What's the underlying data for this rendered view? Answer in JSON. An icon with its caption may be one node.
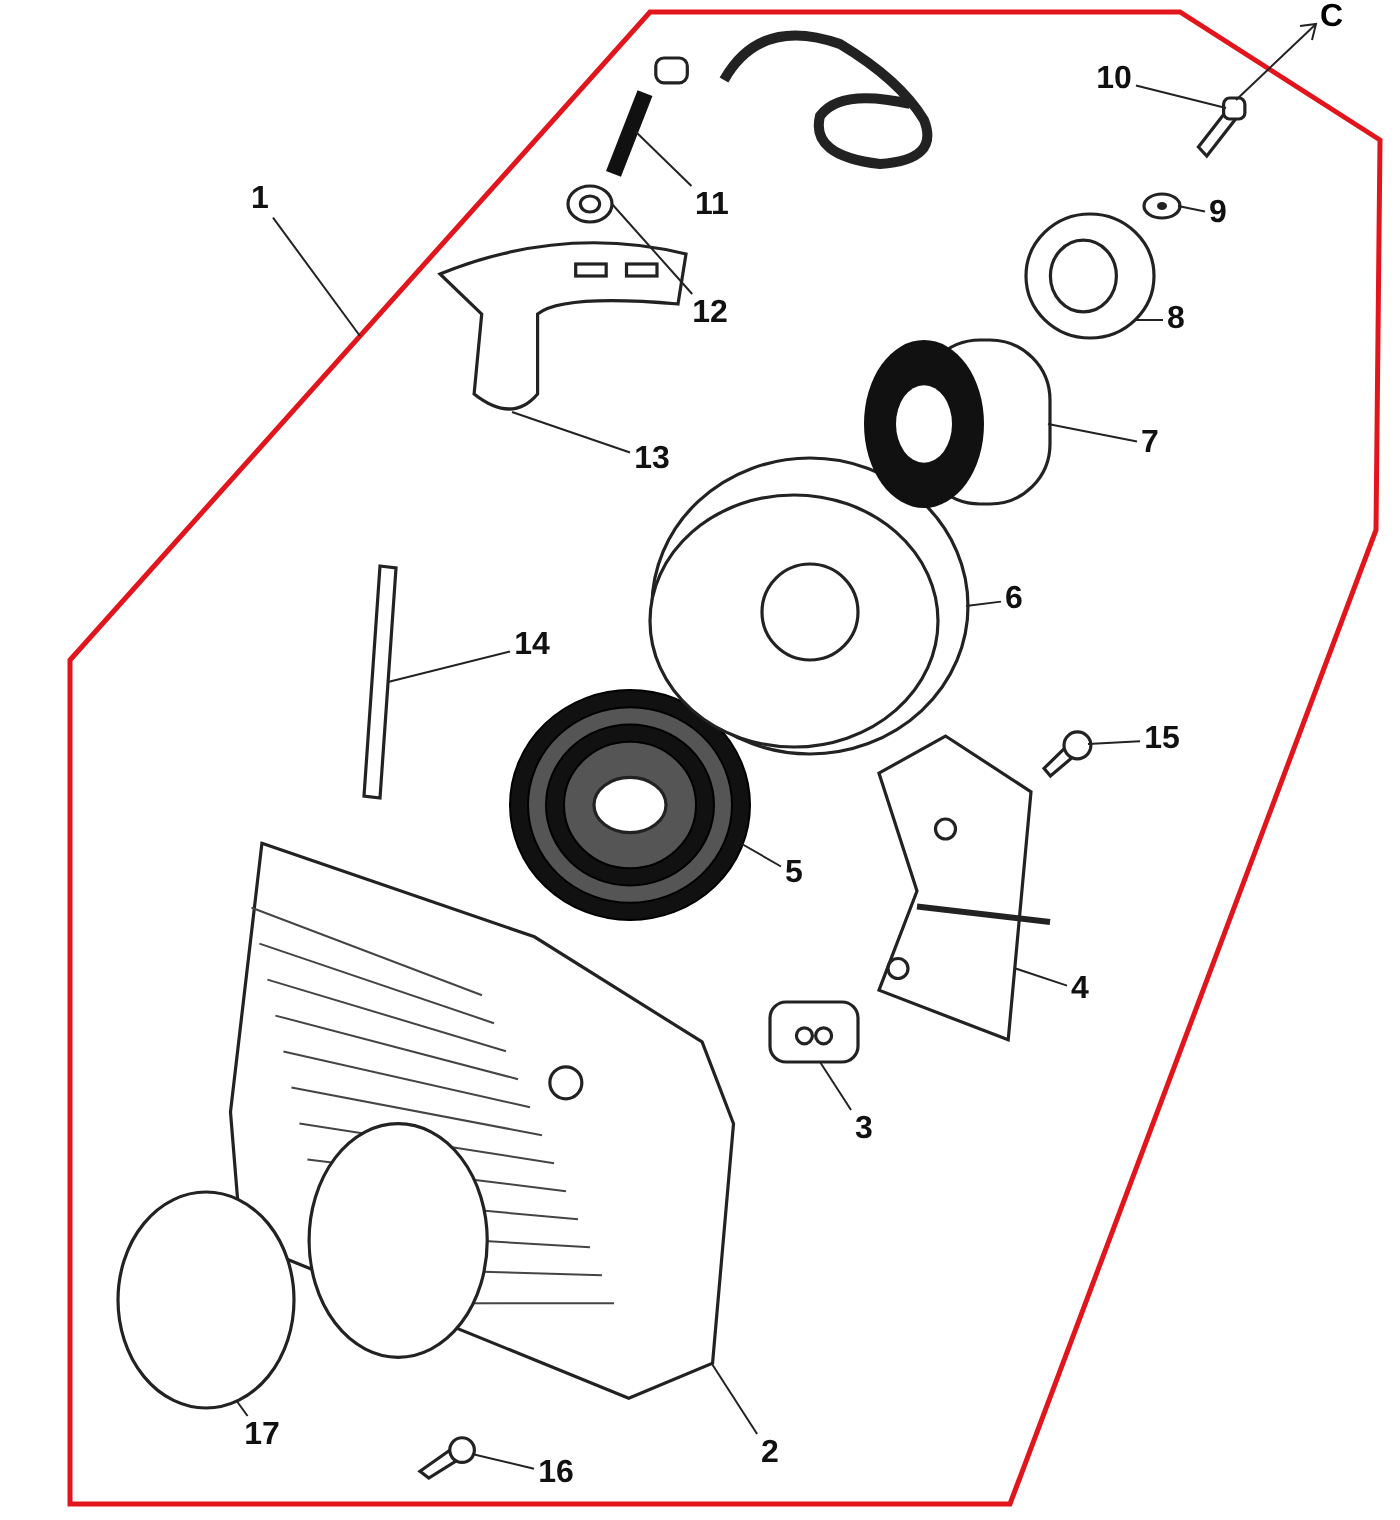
{
  "diagram": {
    "nodes": [
      {
        "text": [
          "1"
        ]
      },
      {
        "text": [],
        "shape": "polygon"
      },
      {
        "text": [
          "2"
        ],
        "in": 1
      },
      {
        "text": [],
        "shape": "picture",
        "in": 1
      },
      {
        "text": [
          "3"
        ],
        "in": 1
      },
      {
        "text": [],
        "shape": "picture",
        "in": 1
      },
      {
        "text": [
          "4"
        ],
        "in": 1
      },
      {
        "text": [],
        "shape": "picture",
        "in": 1
      },
      {
        "text": [
          "5"
        ],
        "in": 1
      },
      {
        "text": [],
        "shape": "picture",
        "in": 1
      },
      {
        "text": [
          "6"
        ],
        "in": 1
      },
      {
        "text": [],
        "shape": "picture",
        "in": 1
      },
      {
        "text": [
          "7"
        ],
        "in": 1
      },
      {
        "text": [],
        "shape": "cylinder",
        "in": 1
      },
      {
        "text": [
          "8"
        ],
        "in": 1
      },
      {
        "text": [],
        "shape": "picture",
        "in": 1
      },
      {
        "text": [
          "9"
        ],
        "in": 1
      },
      {
        "text": [],
        "shape": "picture",
        "in": 1
      },
      {
        "text": [
          "10"
        ],
        "in": 1
      },
      {
        "text": [],
        "shape": "picture",
        "in": 1
      },
      {
        "text": [
          "11"
        ],
        "in": 1
      },
      {
        "text": [],
        "shape": "picture",
        "in": 1
      },
      {
        "text": [
          "12"
        ],
        "in": 1
      },
      {
        "text": [],
        "shape": "picture",
        "in": 1
      },
      {
        "text": [
          "13"
        ],
        "in": 1
      },
      {
        "text": [],
        "shape": "picture",
        "in": 1
      },
      {
        "text": [
          "14"
        ],
        "in": 1
      },
      {
        "text": [],
        "shape": "picture",
        "in": 1
      },
      {
        "text": [
          "15"
        ],
        "in": 1
      },
      {
        "text": [],
        "shape": "picture",
        "in": 1
      },
      {
        "text": [
          "16"
        ],
        "in": 1
      },
      {
        "text": [],
        "shape": "picture",
        "in": 1
      },
      {
        "text": [
          "17"
        ],
        "in": 1
      },
      {
        "text": [],
        "shape": "circle",
        "in": 1
      }
    ],
    "edges": [
      {
        "from": 0,
        "to": 1,
        "arrow": "none"
      },
      {
        "from": 2,
        "to": 3,
        "arrow": "none"
      },
      {
        "from": 4,
        "to": 5,
        "arrow": "none"
      },
      {
        "from": 6,
        "to": 7,
        "arrow": "none"
      },
      {
        "from": 8,
        "to": 9,
        "arrow": "none"
      },
      {
        "from": 10,
        "to": 11,
        "arrow": "none"
      },
      {
        "from": 12,
        "to": 13,
        "arrow": "none"
      },
      {
        "from": 14,
        "to": 15,
        "arrow": "none"
      },
      {
        "from": 16,
        "to": 17,
        "arrow": "none"
      },
      {
        "from": 18,
        "to": 19,
        "arrow": "none"
      },
      {
        "from": 20,
        "to": 21,
        "arrow": "none"
      },
      {
        "from": 22,
        "to": 23,
        "arrow": "none"
      },
      {
        "from": 24,
        "to": 25,
        "arrow": "none"
      },
      {
        "from": 26,
        "to": 27,
        "arrow": "none"
      },
      {
        "from": 28,
        "to": 29,
        "arrow": "none"
      },
      {
        "from": 30,
        "to": 31,
        "arrow": "none"
      },
      {
        "from": 32,
        "to": 33,
        "arrow": "none"
      }
    ],
    "labels": [
      "C"
    ]
  }
}
